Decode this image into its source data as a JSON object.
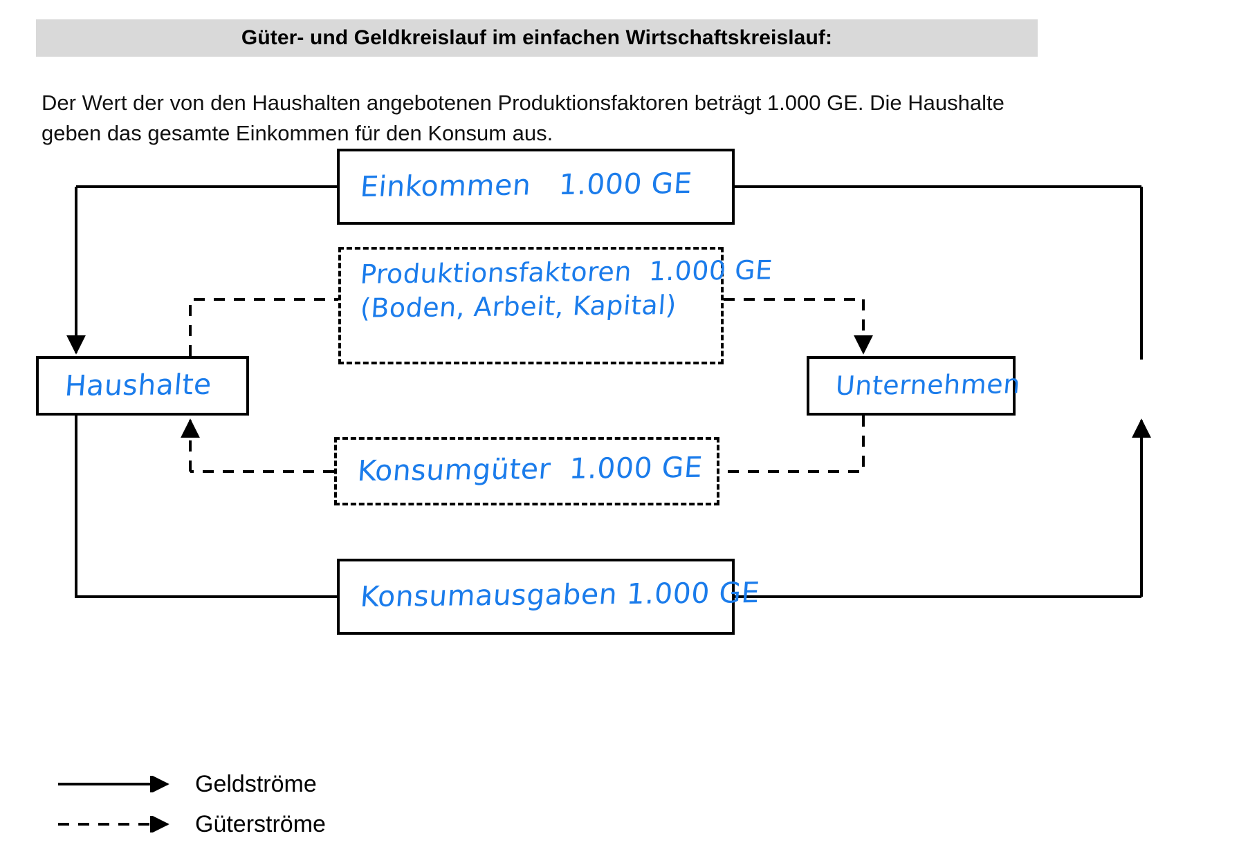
{
  "title": "Güter- und Geldkreislauf im einfachen Wirtschaftskreislauf:",
  "intro": "Der Wert der von den Haushalten angebotenen Produktionsfaktoren beträgt 1.000 GE. Die Haushalte geben das gesamte Einkommen für den Konsum aus.",
  "colors": {
    "handwriting_blue": "#1b7ceb",
    "title_band": "#d9d9d9",
    "line_black": "#000000"
  },
  "diagram": {
    "nodes": {
      "einkommen": {
        "label": "Einkommen   1.000 GE",
        "style": "solid",
        "flow": "money"
      },
      "produktionsfaktoren": {
        "line1": "Produktionsfaktoren  1.000 GE",
        "line2": "(Boden, Arbeit, Kapital)",
        "style": "dashed",
        "flow": "goods"
      },
      "konsumgueter": {
        "label": "Konsumgüter  1.000 GE",
        "style": "dashed",
        "flow": "goods"
      },
      "konsumausgaben": {
        "label": "Konsumausgaben 1.000 GE",
        "style": "solid",
        "flow": "money"
      },
      "haushalte": {
        "label": "Haushalte",
        "style": "solid"
      },
      "unternehmen": {
        "label": "Unternehmen",
        "style": "solid"
      }
    },
    "flows": [
      {
        "from": "unternehmen",
        "to": "haushalte",
        "via": "einkommen",
        "type": "money",
        "amount": "1.000 GE"
      },
      {
        "from": "haushalte",
        "to": "unternehmen",
        "via": "produktionsfaktoren",
        "type": "goods",
        "amount": "1.000 GE"
      },
      {
        "from": "unternehmen",
        "to": "haushalte",
        "via": "konsumgueter",
        "type": "goods",
        "amount": "1.000 GE"
      },
      {
        "from": "haushalte",
        "to": "unternehmen",
        "via": "konsumausgaben",
        "type": "money",
        "amount": "1.000 GE"
      }
    ]
  },
  "legend": {
    "items": [
      {
        "label": "Geldströme",
        "style": "solid"
      },
      {
        "label": "Güterströme",
        "style": "dashed"
      }
    ]
  }
}
